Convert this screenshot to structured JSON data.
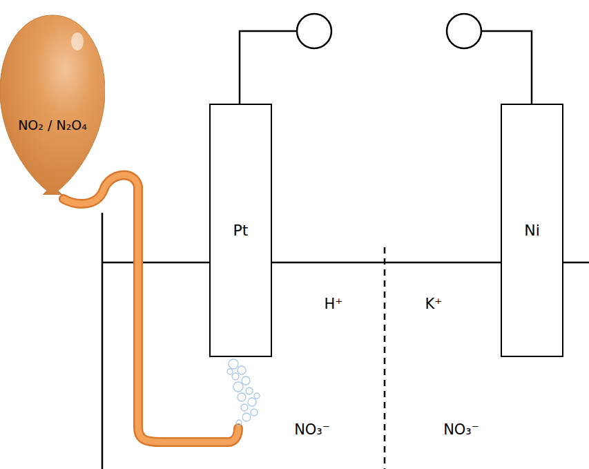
{
  "diagram": {
    "nodes": [
      {
        "text": [
          "NO₂ / N₂O₄"
        ]
      },
      {
        "text": [
          "Pt"
        ]
      },
      {
        "text": [
          "Ni"
        ]
      }
    ],
    "labels": [
      "H⁺",
      "K⁺",
      "NO₃⁻",
      "NO₃⁻"
    ]
  }
}
